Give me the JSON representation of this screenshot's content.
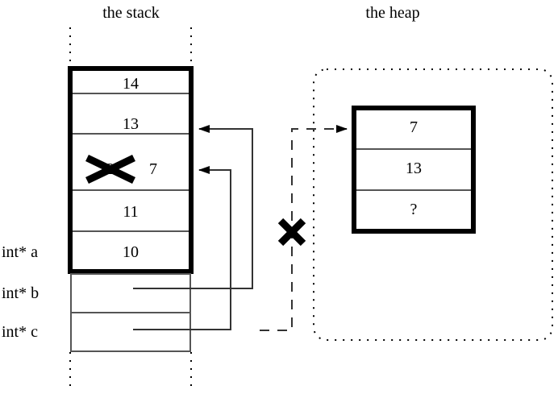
{
  "diagram": {
    "title_stack": "the stack",
    "title_heap": "the heap",
    "stack": {
      "region_label": "stack-region",
      "frame_cells": [
        {
          "id": "stack-cell-14",
          "value": "14"
        },
        {
          "id": "stack-cell-13",
          "value": "13"
        },
        {
          "id": "stack-cell-12-crossed",
          "value": "12",
          "crossed_out": true,
          "replacement_value": "7"
        },
        {
          "id": "stack-cell-11",
          "value": "11"
        },
        {
          "id": "stack-cell-10",
          "value": "10"
        }
      ],
      "pointer_cells": [
        {
          "id": "stack-cell-a",
          "label": "int* a",
          "value": ""
        },
        {
          "id": "stack-cell-b",
          "label": "int* b",
          "value": ""
        },
        {
          "id": "stack-cell-c",
          "label": "int* c",
          "value": ""
        }
      ]
    },
    "heap": {
      "region_label": "heap-region",
      "cells": [
        {
          "id": "heap-cell-7",
          "value": "7"
        },
        {
          "id": "heap-cell-13",
          "value": "13"
        },
        {
          "id": "heap-cell-unknown",
          "value": "?"
        }
      ]
    },
    "marks": {
      "cross_over_12": "X",
      "cross_over_dashed_pointer": "X"
    },
    "arrows": [
      {
        "id": "arrow-b-to-stack-13",
        "from": "stack-cell-b",
        "to": "stack-cell-13",
        "style": "solid"
      },
      {
        "id": "arrow-c-to-stack-12",
        "from": "stack-cell-c",
        "to": "stack-cell-12-crossed",
        "style": "solid"
      },
      {
        "id": "arrow-c-to-heap",
        "from": "stack-cell-c",
        "to": "heap-cell-7",
        "style": "dashed",
        "invalidated": true
      }
    ],
    "colors": {
      "ink": "#000000",
      "background": "#ffffff",
      "thin_rule": "#555555"
    }
  }
}
